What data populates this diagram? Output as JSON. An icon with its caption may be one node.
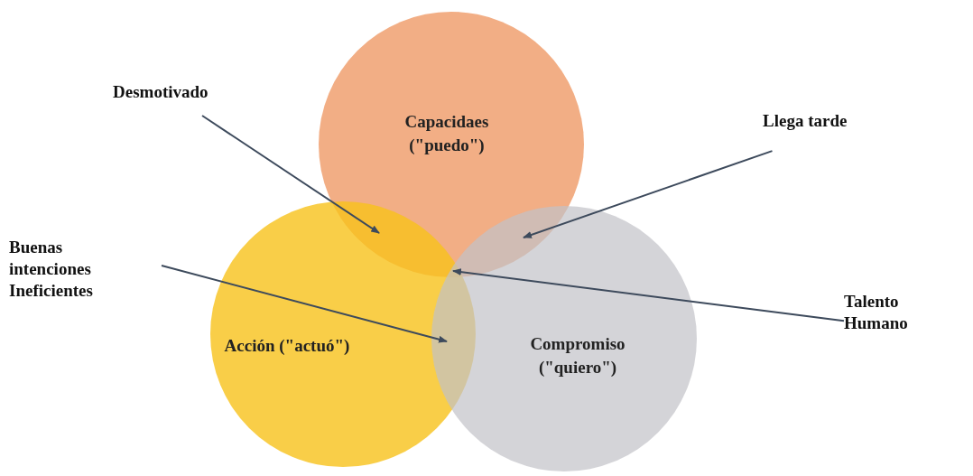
{
  "diagram": {
    "nodes": [
      {
        "text": [
          "Capacidaes (\"puedo\")"
        ]
      },
      {
        "text": [
          "Acción (\"actuó\")"
        ]
      },
      {
        "text": [
          "Compromiso (\"quiero\")"
        ]
      },
      {
        "text": [
          "Desmotivado"
        ]
      },
      {
        "text": [
          "Llega tarde"
        ]
      },
      {
        "text": [
          "Buenas intenciones Ineficientes"
        ]
      },
      {
        "text": [
          "Talento Humano"
        ]
      }
    ],
    "edges": [
      {
        "from": 3,
        "to": 0,
        "arrow": "to"
      },
      {
        "from": 4,
        "to": 0,
        "arrow": "to"
      },
      {
        "from": 5,
        "to": 1,
        "arrow": "to"
      },
      {
        "from": 6,
        "to": 1,
        "arrow": "to"
      }
    ]
  }
}
